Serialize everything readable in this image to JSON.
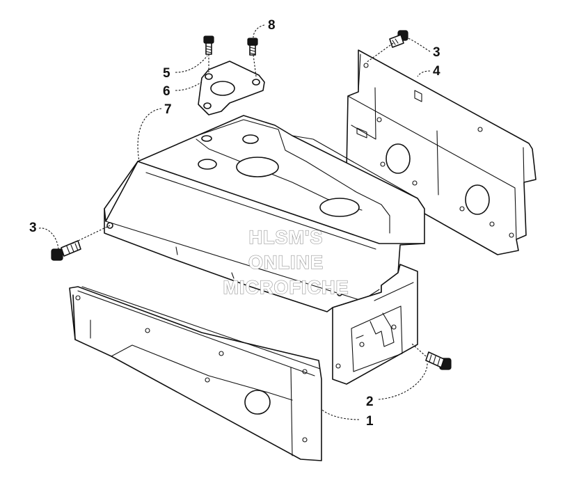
{
  "diagram": {
    "callouts": [
      {
        "id": "c1",
        "label": "1"
      },
      {
        "id": "c2",
        "label": "2"
      },
      {
        "id": "c3a",
        "label": "3"
      },
      {
        "id": "c3b",
        "label": "3"
      },
      {
        "id": "c4",
        "label": "4"
      },
      {
        "id": "c5",
        "label": "5"
      },
      {
        "id": "c6",
        "label": "6"
      },
      {
        "id": "c7",
        "label": "7"
      },
      {
        "id": "c8",
        "label": "8"
      }
    ],
    "watermark": {
      "line1": "HLSM'S",
      "line2": "ONLINE",
      "line3": "MICROFICHE"
    }
  },
  "colors": {
    "ink": "#111111",
    "paper": "#ffffff",
    "watermark_outline": "#9a9a9a"
  }
}
